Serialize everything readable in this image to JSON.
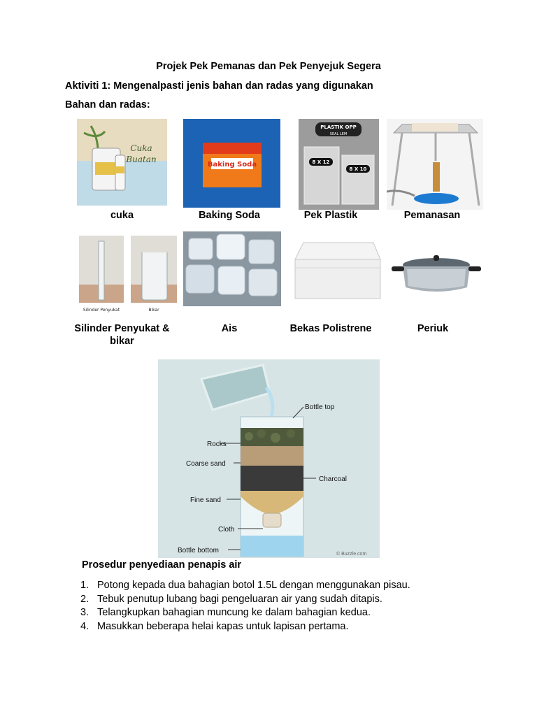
{
  "title": "Projek Pek Pemanas dan Pek Penyejuk Segera",
  "activity_heading": "Aktiviti 1: Mengenalpasti jenis bahan dan radas yang digunakan",
  "materials_heading": "Bahan dan radas:",
  "items_row1": [
    {
      "caption": "cuka",
      "icon": "vinegar-bottles-photo",
      "label_on_image": [
        "Cuka",
        "Buatan"
      ]
    },
    {
      "caption": "Baking Soda",
      "icon": "baking-soda-box-photo",
      "label_on_image": [
        "Baking Soda"
      ]
    },
    {
      "caption": "Pek Plastik",
      "icon": "plastic-bags-photo",
      "label_on_image": [
        "PLASTIK OPP",
        "SEAL LEM",
        "8 X 12",
        "8 X 10"
      ]
    },
    {
      "caption": "Pemanasan",
      "icon": "bunsen-burner-tripod-photo"
    }
  ],
  "items_row2": [
    {
      "caption": "Silinder Penyukat & bikar",
      "icon": "measuring-cylinder-beaker-photo",
      "label_on_image": [
        "Silinder Penyukat",
        "Bikar"
      ]
    },
    {
      "caption": "Ais",
      "icon": "ice-cubes-photo"
    },
    {
      "caption": "Bekas Polistrene",
      "icon": "polystyrene-box-photo"
    },
    {
      "caption": "Periuk",
      "icon": "cooking-pot-photo"
    }
  ],
  "diagram": {
    "labels": {
      "bottle_top": "Bottle top",
      "rocks": "Rocks",
      "coarse_sand": "Coarse sand",
      "charcoal": "Charcoal",
      "fine_sand": "Fine sand",
      "cloth": "Cloth",
      "bottle_bottom": "Bottle bottom"
    },
    "credit": "© Buzzle.com"
  },
  "section_heading": "Prosedur penyediaan penapis air",
  "steps": [
    {
      "num": "1.",
      "text": "Potong kepada dua bahagian botol 1.5L dengan menggunakan pisau."
    },
    {
      "num": "2.",
      "text": "Tebuk penutup lubang bagi pengeluaran air yang sudah ditapis."
    },
    {
      "num": "3.",
      "text": "Telangkupkan bahagian muncung ke dalam bahagian kedua."
    },
    {
      "num": "4.",
      "text": "Masukkan beberapa helai kapas untuk lapisan pertama."
    }
  ],
  "colors": {
    "water": "#9fd4ee",
    "rocks": "#4f5a3c",
    "coarse_sand": "#b99d78",
    "charcoal": "#3a3a3a",
    "fine_sand": "#d8b878",
    "diagram_bg": "#d7e4e6"
  }
}
